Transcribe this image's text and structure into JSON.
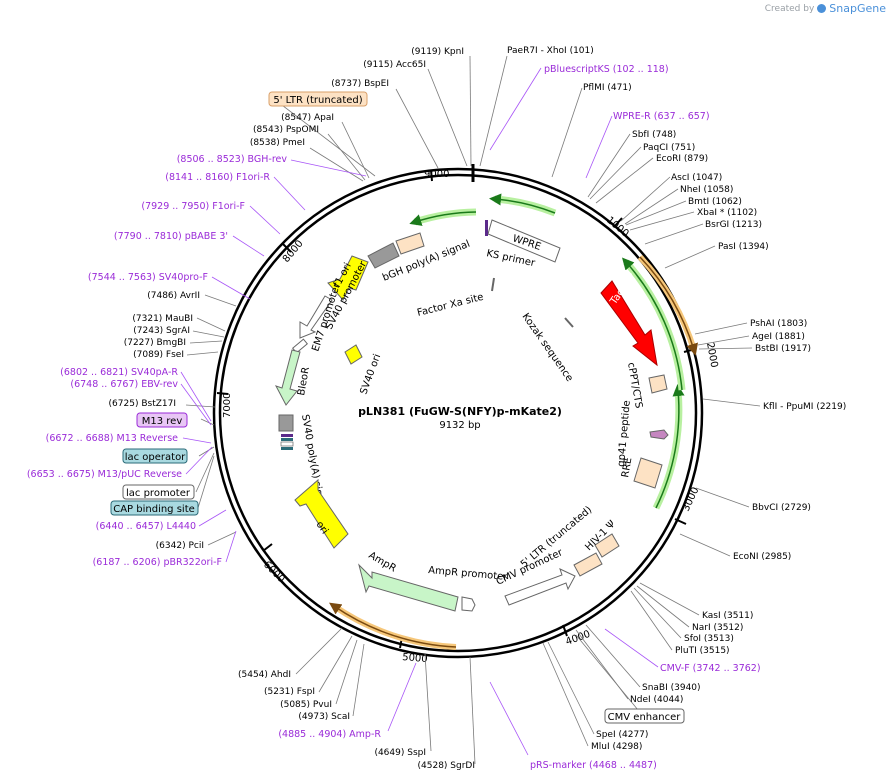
{
  "watermark": {
    "created_by": "Created by",
    "brand": "SnapGene"
  },
  "plasmid": {
    "name": "pLN381 (FuGW-S(NFY)p-mKate2)",
    "length": "9132 bp",
    "total_bp": 9132
  },
  "ticks": [
    "1000",
    "2000",
    "3000",
    "4000",
    "5000",
    "6000",
    "7000",
    "8000",
    "9000"
  ],
  "colors": {
    "site": "#000000",
    "primer": "#9a2bd8",
    "primer_leader": "#a855f7",
    "leader": "#7a7a7a"
  },
  "sites": [
    {
      "name": "KpnI",
      "pos": "(9119)",
      "label": "(9119)  KpnI"
    },
    {
      "name": "Acc65I",
      "pos": "(9115)",
      "label": "(9115)  Acc65I"
    },
    {
      "name": "BspEI",
      "pos": "(8737)",
      "label": "(8737)  BspEI"
    },
    {
      "name": "ApaI",
      "pos": "(8547)",
      "label": "(8547)  ApaI"
    },
    {
      "name": "PspOMI",
      "pos": "(8543)",
      "label": "(8543)  PspOMI"
    },
    {
      "name": "PmeI",
      "pos": "(8538)",
      "label": "(8538)  PmeI"
    },
    {
      "name": "AvrII",
      "pos": "(7486)",
      "label": "(7486)  AvrII"
    },
    {
      "name": "MauBI",
      "pos": "(7321)",
      "label": "(7321)  MauBI"
    },
    {
      "name": "SgrAI",
      "pos": "(7243)",
      "label": "(7243)  SgrAI"
    },
    {
      "name": "BmgBI",
      "pos": "(7227)",
      "label": "(7227)  BmgBI"
    },
    {
      "name": "FseI",
      "pos": "(7089)",
      "label": "(7089)  FseI"
    },
    {
      "name": "BstZ17I",
      "pos": "(6725)",
      "label": "(6725)  BstZ17I"
    },
    {
      "name": "PciI",
      "pos": "(6342)",
      "label": "(6342)  PciI"
    },
    {
      "name": "AhdI",
      "pos": "(5454)",
      "label": "(5454)  AhdI"
    },
    {
      "name": "FspI",
      "pos": "(5231)",
      "label": "(5231)  FspI"
    },
    {
      "name": "PvuI",
      "pos": "(5085)",
      "label": "(5085)  PvuI"
    },
    {
      "name": "ScaI",
      "pos": "(4973)",
      "label": "(4973)  ScaI"
    },
    {
      "name": "SspI",
      "pos": "(4649)",
      "label": "(4649)  SspI"
    },
    {
      "name": "SgrDI",
      "pos": "(4528)",
      "label": "(4528)  SgrDI"
    },
    {
      "name": "PaeR7I - XhoI",
      "pos": "(101)",
      "label": "PaeR7I  - XhoI  (101)"
    },
    {
      "name": "PflMI",
      "pos": "(471)",
      "label": "PflMI  (471)"
    },
    {
      "name": "SbfI",
      "pos": "(748)",
      "label": "SbfI  (748)"
    },
    {
      "name": "PaqCI",
      "pos": "(751)",
      "label": "PaqCI  (751)"
    },
    {
      "name": "EcoRI",
      "pos": "(879)",
      "label": "EcoRI  (879)"
    },
    {
      "name": "AscI",
      "pos": "(1047)",
      "label": "AscI  (1047)"
    },
    {
      "name": "NheI",
      "pos": "(1058)",
      "label": "NheI  (1058)"
    },
    {
      "name": "BmtI",
      "pos": "(1062)",
      "label": "BmtI  (1062)"
    },
    {
      "name": "XbaI *",
      "pos": "(1102)",
      "label": "XbaI  *  (1102)"
    },
    {
      "name": "BsrGI",
      "pos": "(1213)",
      "label": "BsrGI  (1213)"
    },
    {
      "name": "PasI",
      "pos": "(1394)",
      "label": "PasI  (1394)"
    },
    {
      "name": "PshAI",
      "pos": "(1803)",
      "label": "PshAI  (1803)"
    },
    {
      "name": "AgeI",
      "pos": "(1881)",
      "label": "AgeI  (1881)"
    },
    {
      "name": "BstBI",
      "pos": "(1917)",
      "label": "BstBI  (1917)"
    },
    {
      "name": "KflI - PpuMI",
      "pos": "(2219)",
      "label": "KflI  - PpuMI  (2219)"
    },
    {
      "name": "BbvCI",
      "pos": "(2729)",
      "label": "BbvCI  (2729)"
    },
    {
      "name": "EcoNI",
      "pos": "(2985)",
      "label": "EcoNI  (2985)"
    },
    {
      "name": "KasI",
      "pos": "(3511)",
      "label": "KasI  (3511)"
    },
    {
      "name": "NarI",
      "pos": "(3512)",
      "label": "NarI  (3512)"
    },
    {
      "name": "SfoI",
      "pos": "(3513)",
      "label": "SfoI  (3513)"
    },
    {
      "name": "PluTI",
      "pos": "(3515)",
      "label": "PluTI  (3515)"
    },
    {
      "name": "SnaBI",
      "pos": "(3940)",
      "label": "SnaBI  (3940)"
    },
    {
      "name": "NdeI",
      "pos": "(4044)",
      "label": "NdeI  (4044)"
    },
    {
      "name": "SpeI",
      "pos": "(4277)",
      "label": "SpeI  (4277)"
    },
    {
      "name": "MluI",
      "pos": "(4298)",
      "label": "MluI  (4298)"
    }
  ],
  "primers": [
    {
      "name": "BGH-rev",
      "label": "(8506 .. 8523)  BGH-rev"
    },
    {
      "name": "F1ori-R",
      "label": "(8141 .. 8160)  F1ori-R"
    },
    {
      "name": "F1ori-F",
      "label": "(7929 .. 7950)  F1ori-F"
    },
    {
      "name": "pBABE 3'",
      "label": "(7790 .. 7810)  pBABE 3'"
    },
    {
      "name": "SV40pro-F",
      "label": "(7544 .. 7563)  SV40pro-F"
    },
    {
      "name": "SV40pA-R",
      "label": "(6802 .. 6821)  SV40pA-R"
    },
    {
      "name": "EBV-rev",
      "label": "(6748 .. 6767)  EBV-rev"
    },
    {
      "name": "M13 Reverse",
      "label": "(6672 .. 6688)  M13 Reverse"
    },
    {
      "name": "M13/pUC Reverse",
      "label": "(6653 .. 6675)  M13/pUC Reverse"
    },
    {
      "name": "L4440",
      "label": "(6440 .. 6457)  L4440"
    },
    {
      "name": "pBR322ori-F",
      "label": "(6187 .. 6206)  pBR322ori-F"
    },
    {
      "name": "Amp-R",
      "label": "(4885 .. 4904)  Amp-R"
    },
    {
      "name": "pRS-marker",
      "label": "pRS-marker  (4468 .. 4487)"
    },
    {
      "name": "CMV-F",
      "label": "CMV-F  (3742 .. 3762)"
    },
    {
      "name": "WPRE-R",
      "label": "WPRE-R  (637 .. 657)"
    },
    {
      "name": "pBluescriptKS",
      "label": "pBluescriptKS  (102 .. 118)"
    }
  ],
  "boxed_labels": [
    {
      "text": "5' LTR (truncated)",
      "fill": "#fde2c4",
      "stroke": "#d9a06a"
    },
    {
      "text": "M13 rev",
      "fill": "#e8c6f5",
      "stroke": "#9a2bd8"
    },
    {
      "text": "lac operator",
      "fill": "#a9d9e0",
      "stroke": "#2b6b78"
    },
    {
      "text": "lac promoter",
      "fill": "#ffffff",
      "stroke": "#666666"
    },
    {
      "text": "CAP binding site",
      "fill": "#a9d9e0",
      "stroke": "#2b6b78"
    },
    {
      "text": "CMV enhancer",
      "fill": "#ffffff",
      "stroke": "#666666"
    }
  ],
  "features": [
    {
      "name": "TagRFP",
      "color": "#ff0000"
    },
    {
      "name": "WPRE",
      "color": "#ffffff"
    },
    {
      "name": "KS primer",
      "color": "#ffffff"
    },
    {
      "name": "bGH poly(A) signal",
      "color": "#999999"
    },
    {
      "name": "f1 ori",
      "color": "#ffff00"
    },
    {
      "name": "SV40 promoter",
      "color": "#ffffff"
    },
    {
      "name": "EM7 promoter",
      "color": "#ffffff"
    },
    {
      "name": "BleoR",
      "color": "#c8f5c8"
    },
    {
      "name": "SV40 ori",
      "color": "#ffff00"
    },
    {
      "name": "SV40 poly(A) signal",
      "color": "#999999"
    },
    {
      "name": "ori",
      "color": "#ffff00"
    },
    {
      "name": "AmpR",
      "color": "#c8f5c8"
    },
    {
      "name": "AmpR promoter",
      "color": "#ffffff"
    },
    {
      "name": "CMV promoter",
      "color": "#ffffff"
    },
    {
      "name": "5' LTR (truncated)",
      "color": "#fde2c4"
    },
    {
      "name": "HIV-1 Ψ",
      "color": "#fde2c4"
    },
    {
      "name": "RRE",
      "color": "#fde2c4"
    },
    {
      "name": "gp41 peptide",
      "color": "#c586c0"
    },
    {
      "name": "cPPT/CTS",
      "color": "#fde2c4"
    },
    {
      "name": "Kozak sequence",
      "color": "#666666"
    },
    {
      "name": "Factor Xa site",
      "color": "#666666"
    }
  ]
}
